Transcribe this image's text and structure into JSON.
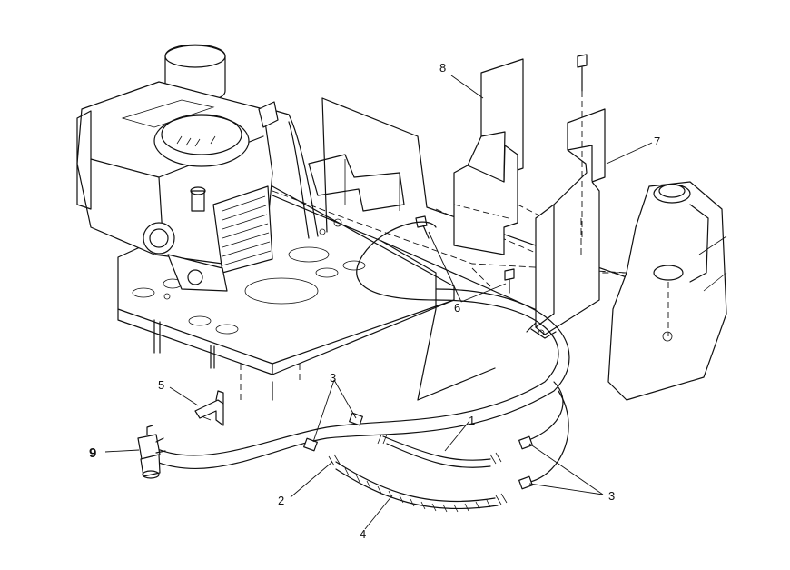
{
  "callouts": {
    "c1": "1",
    "c2": "2",
    "c3a": "3",
    "c3b": "3",
    "c3c": "3",
    "c4": "4",
    "c5": "5",
    "c6": "6",
    "c7": "7",
    "c8": "8",
    "c9": "9"
  },
  "colors": {
    "line": "#111111",
    "background": "#ffffff"
  }
}
